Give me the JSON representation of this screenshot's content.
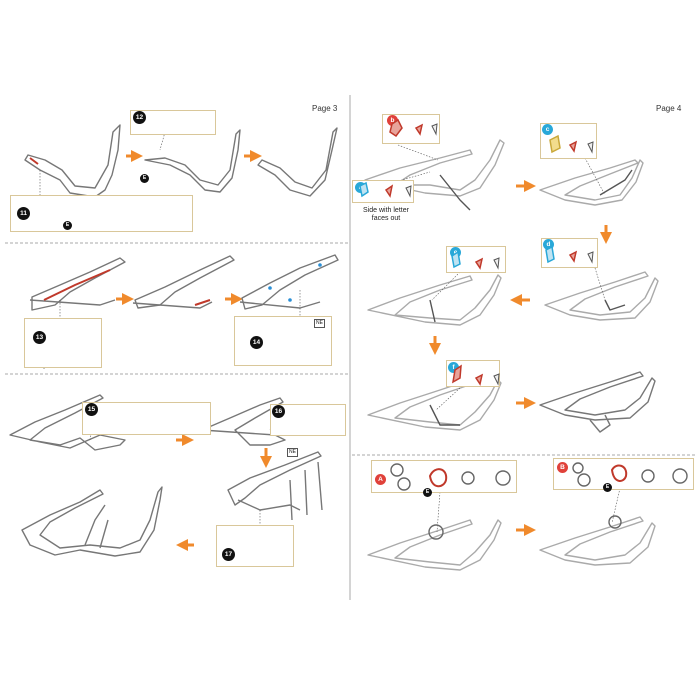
{
  "pages": {
    "left_label": "Page 3",
    "right_label": "Page 4"
  },
  "steps_left": {
    "s11": "11",
    "s12": "12",
    "s13": "13",
    "s14": "14",
    "s15": "15",
    "s16": "16",
    "s17": "17"
  },
  "part_tags": {
    "e": "E",
    "ne": "NE"
  },
  "steps_right": {
    "a": "a",
    "b": "b",
    "c": "c",
    "d": "d",
    "e": "e",
    "f": "f",
    "A": "A",
    "B": "B"
  },
  "note": {
    "line1": "Side with letter",
    "line2": "faces out"
  },
  "colors": {
    "arrow": "#f08a2c",
    "box_border": "#d9c79a",
    "divider": "#aaaaaa",
    "part_red": "#c0392b",
    "teal": "#29a8d8",
    "letter_red": "#e0413a",
    "blue_dot": "#2a8fd6"
  }
}
